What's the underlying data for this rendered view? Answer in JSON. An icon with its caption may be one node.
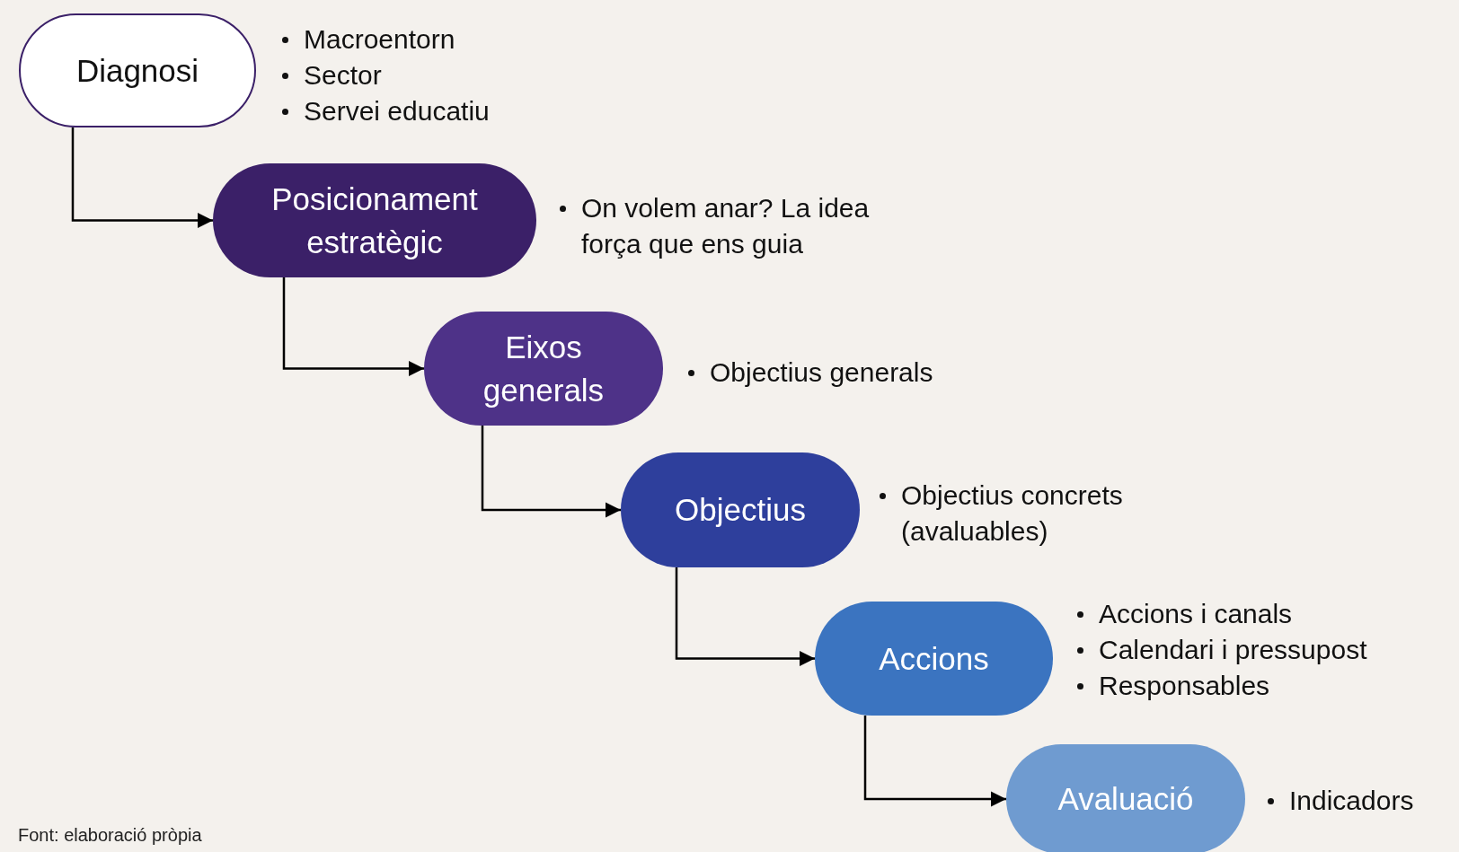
{
  "diagram": {
    "caption": "Font: elaboració pròpia",
    "nodes": [
      {
        "text": [
          "Diagnosi"
        ],
        "beside": [
          "Macroentorn",
          "Sector",
          "Servei educatiu"
        ]
      },
      {
        "text": [
          "Posicionament estratègic"
        ],
        "beside": [
          "On volem anar? La idea força que ens guia"
        ]
      },
      {
        "text": [
          "Eixos generals"
        ],
        "beside": [
          "Objectius generals"
        ]
      },
      {
        "text": [
          "Objectius"
        ],
        "beside": [
          "Objectius concrets (avaluables)"
        ]
      },
      {
        "text": [
          "Accions"
        ],
        "beside": [
          "Accions i canals",
          "Calendari i pressupost",
          "Responsables"
        ]
      },
      {
        "text": [
          "Avaluació"
        ],
        "beside": [
          "Indicadors"
        ]
      }
    ],
    "edges": [
      {
        "from": 0,
        "to": 1,
        "arrow": "to"
      },
      {
        "from": 1,
        "to": 2,
        "arrow": "to"
      },
      {
        "from": 2,
        "to": 3,
        "arrow": "to"
      },
      {
        "from": 3,
        "to": 4,
        "arrow": "to"
      },
      {
        "from": 4,
        "to": 5,
        "arrow": "to"
      }
    ]
  }
}
